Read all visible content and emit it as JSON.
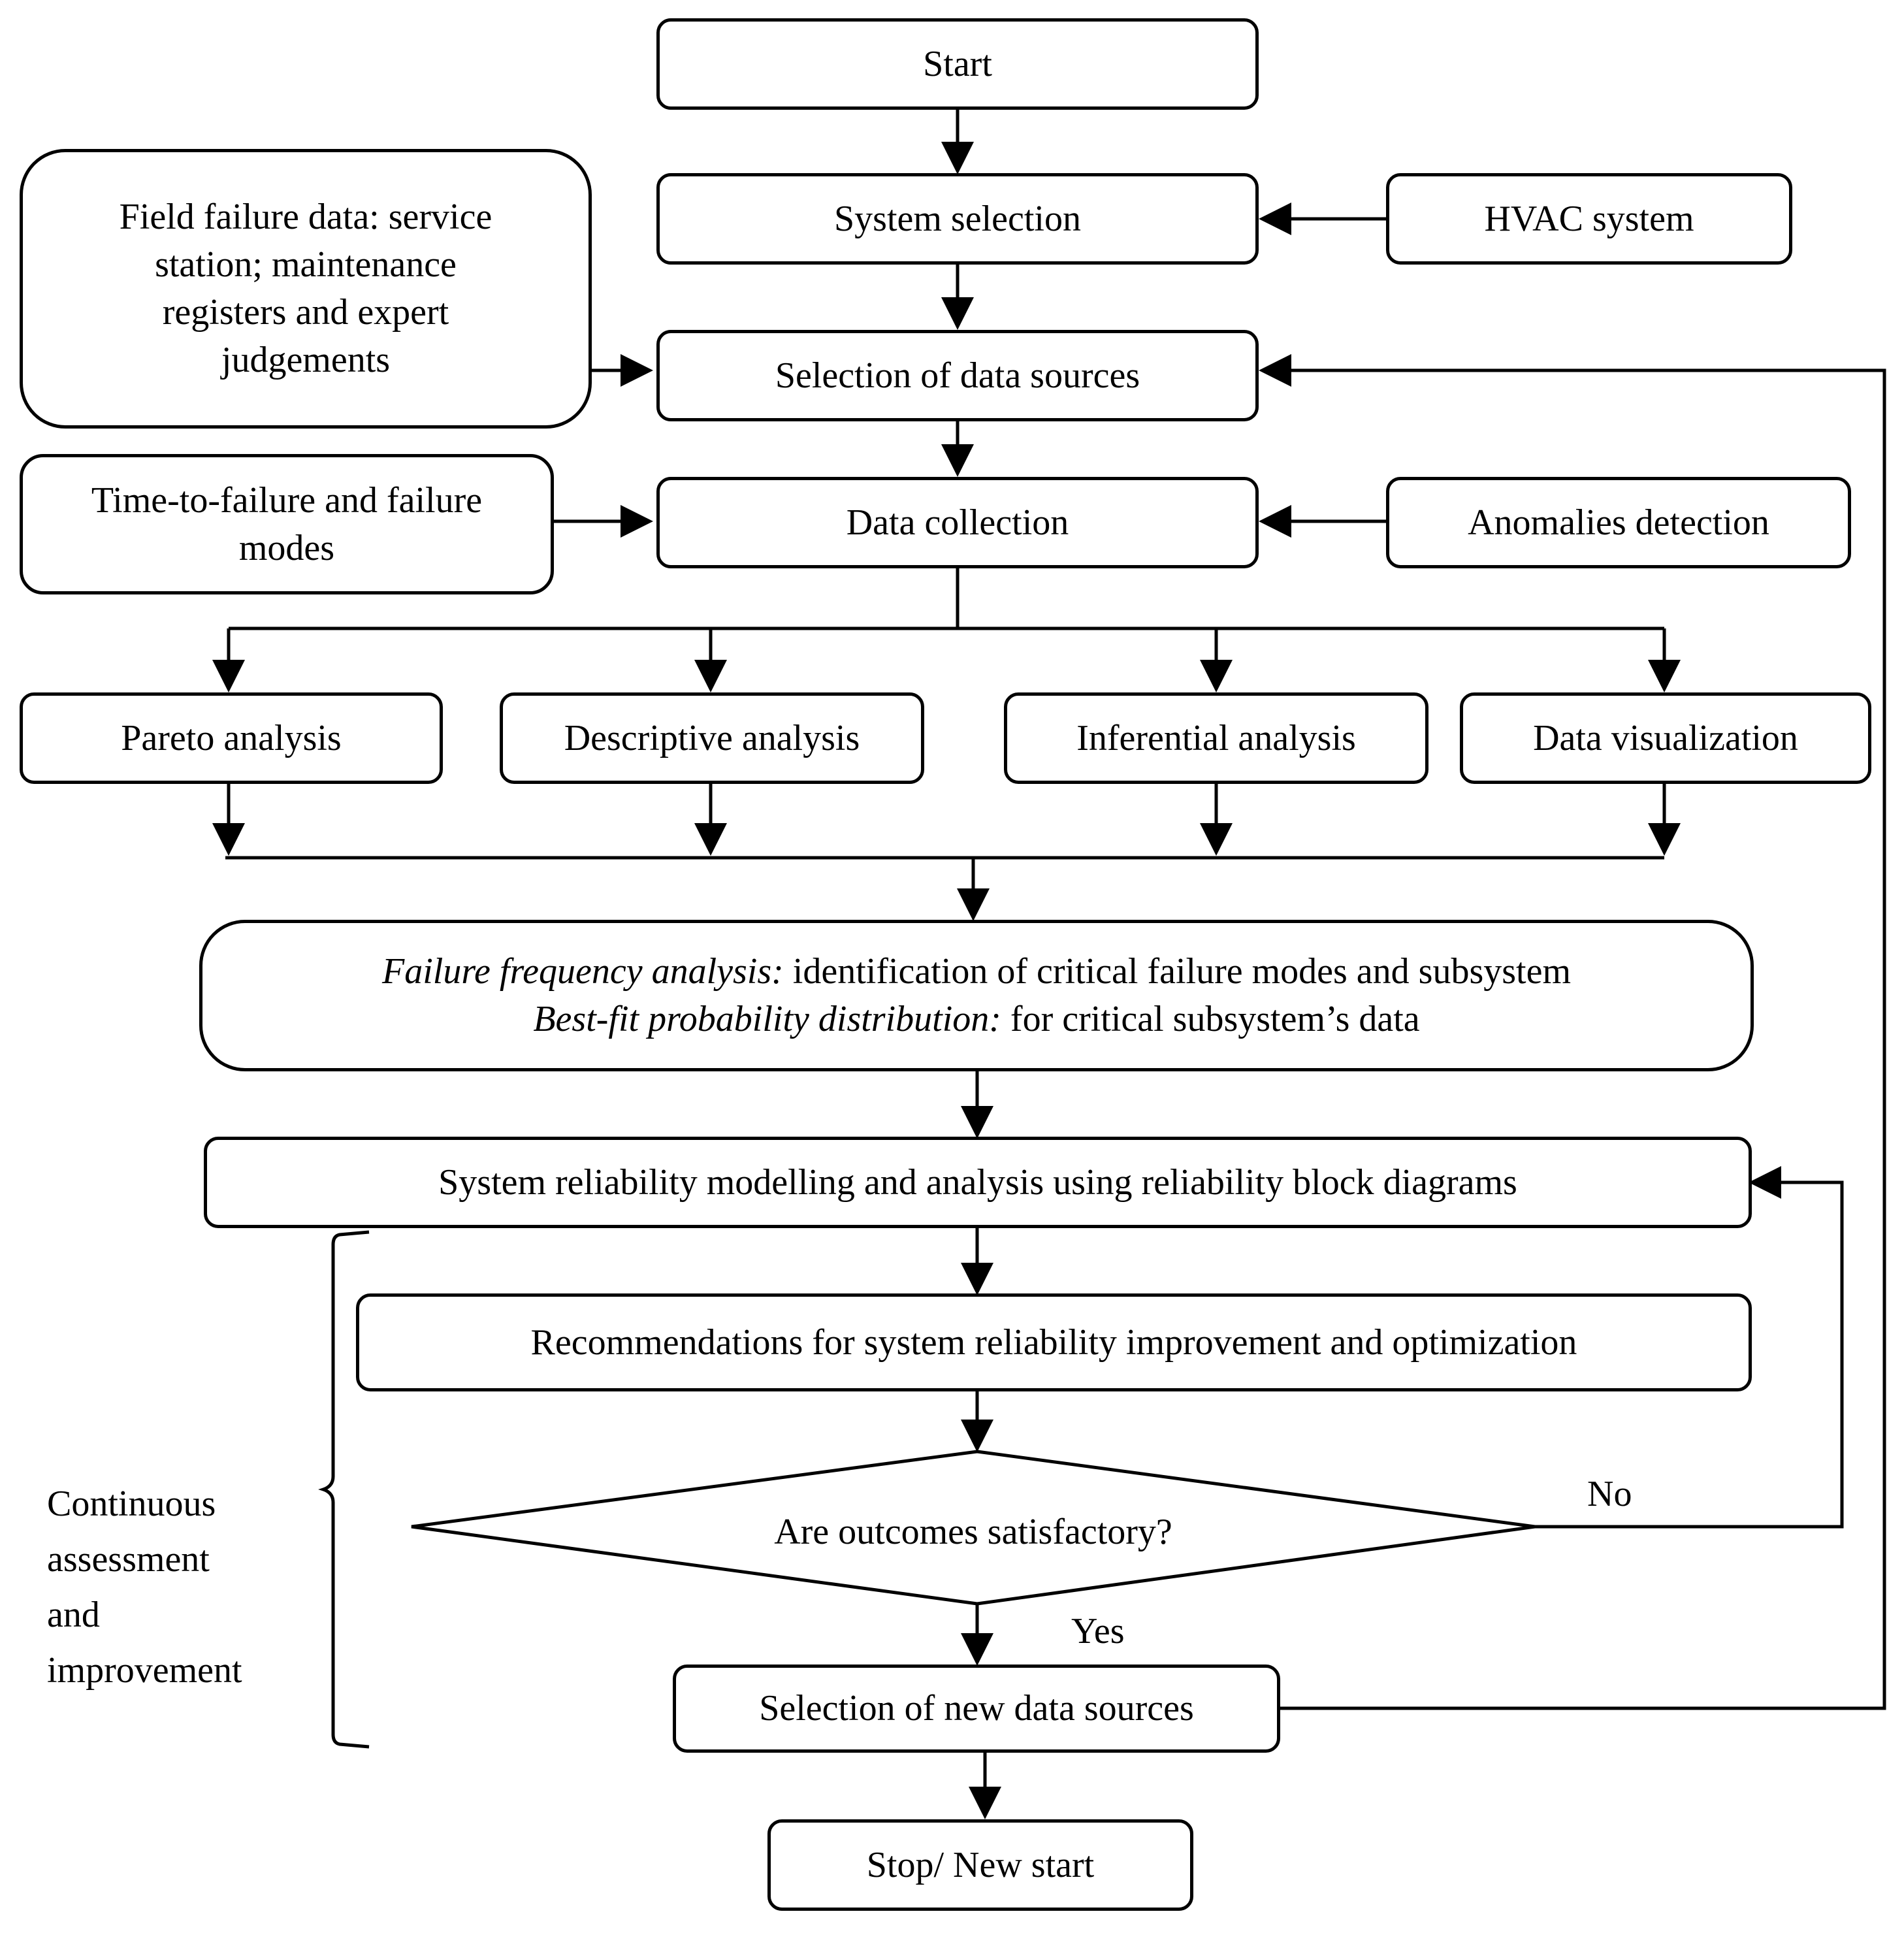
{
  "nodes": {
    "start": "Start",
    "system_selection": "System selection",
    "hvac_system": "HVAC system",
    "field_failure_data": [
      "Field failure data: service",
      "station; maintenance",
      "registers and expert",
      "judgements"
    ],
    "selection_of_data_sources": "Selection of data sources",
    "time_to_failure": [
      "Time-to-failure and failure",
      "modes"
    ],
    "data_collection": "Data collection",
    "anomalies_detection": "Anomalies detection",
    "pareto_analysis": "Pareto analysis",
    "descriptive_analysis": "Descriptive analysis",
    "inferential_analysis": "Inferential analysis",
    "data_visualization": "Data visualization",
    "failure_frequency": {
      "line1_italic": "Failure frequency analysis:",
      "line1_rest": " identification of critical failure modes and subsystem",
      "line2_italic": "Best-fit probability distribution:",
      "line2_rest": " for critical subsystem’s data"
    },
    "system_reliability": "System reliability modelling and analysis using reliability block diagrams",
    "recommendations": "Recommendations for system reliability improvement and optimization",
    "decision": "Are outcomes satisfactory?",
    "selection_of_new_data_sources": "Selection of new data sources",
    "stop_new_start": "Stop/ New start"
  },
  "edge_labels": {
    "no": "No",
    "yes": "Yes"
  },
  "bracket_label": [
    "Continuous",
    "assessment",
    "and",
    "improvement"
  ]
}
